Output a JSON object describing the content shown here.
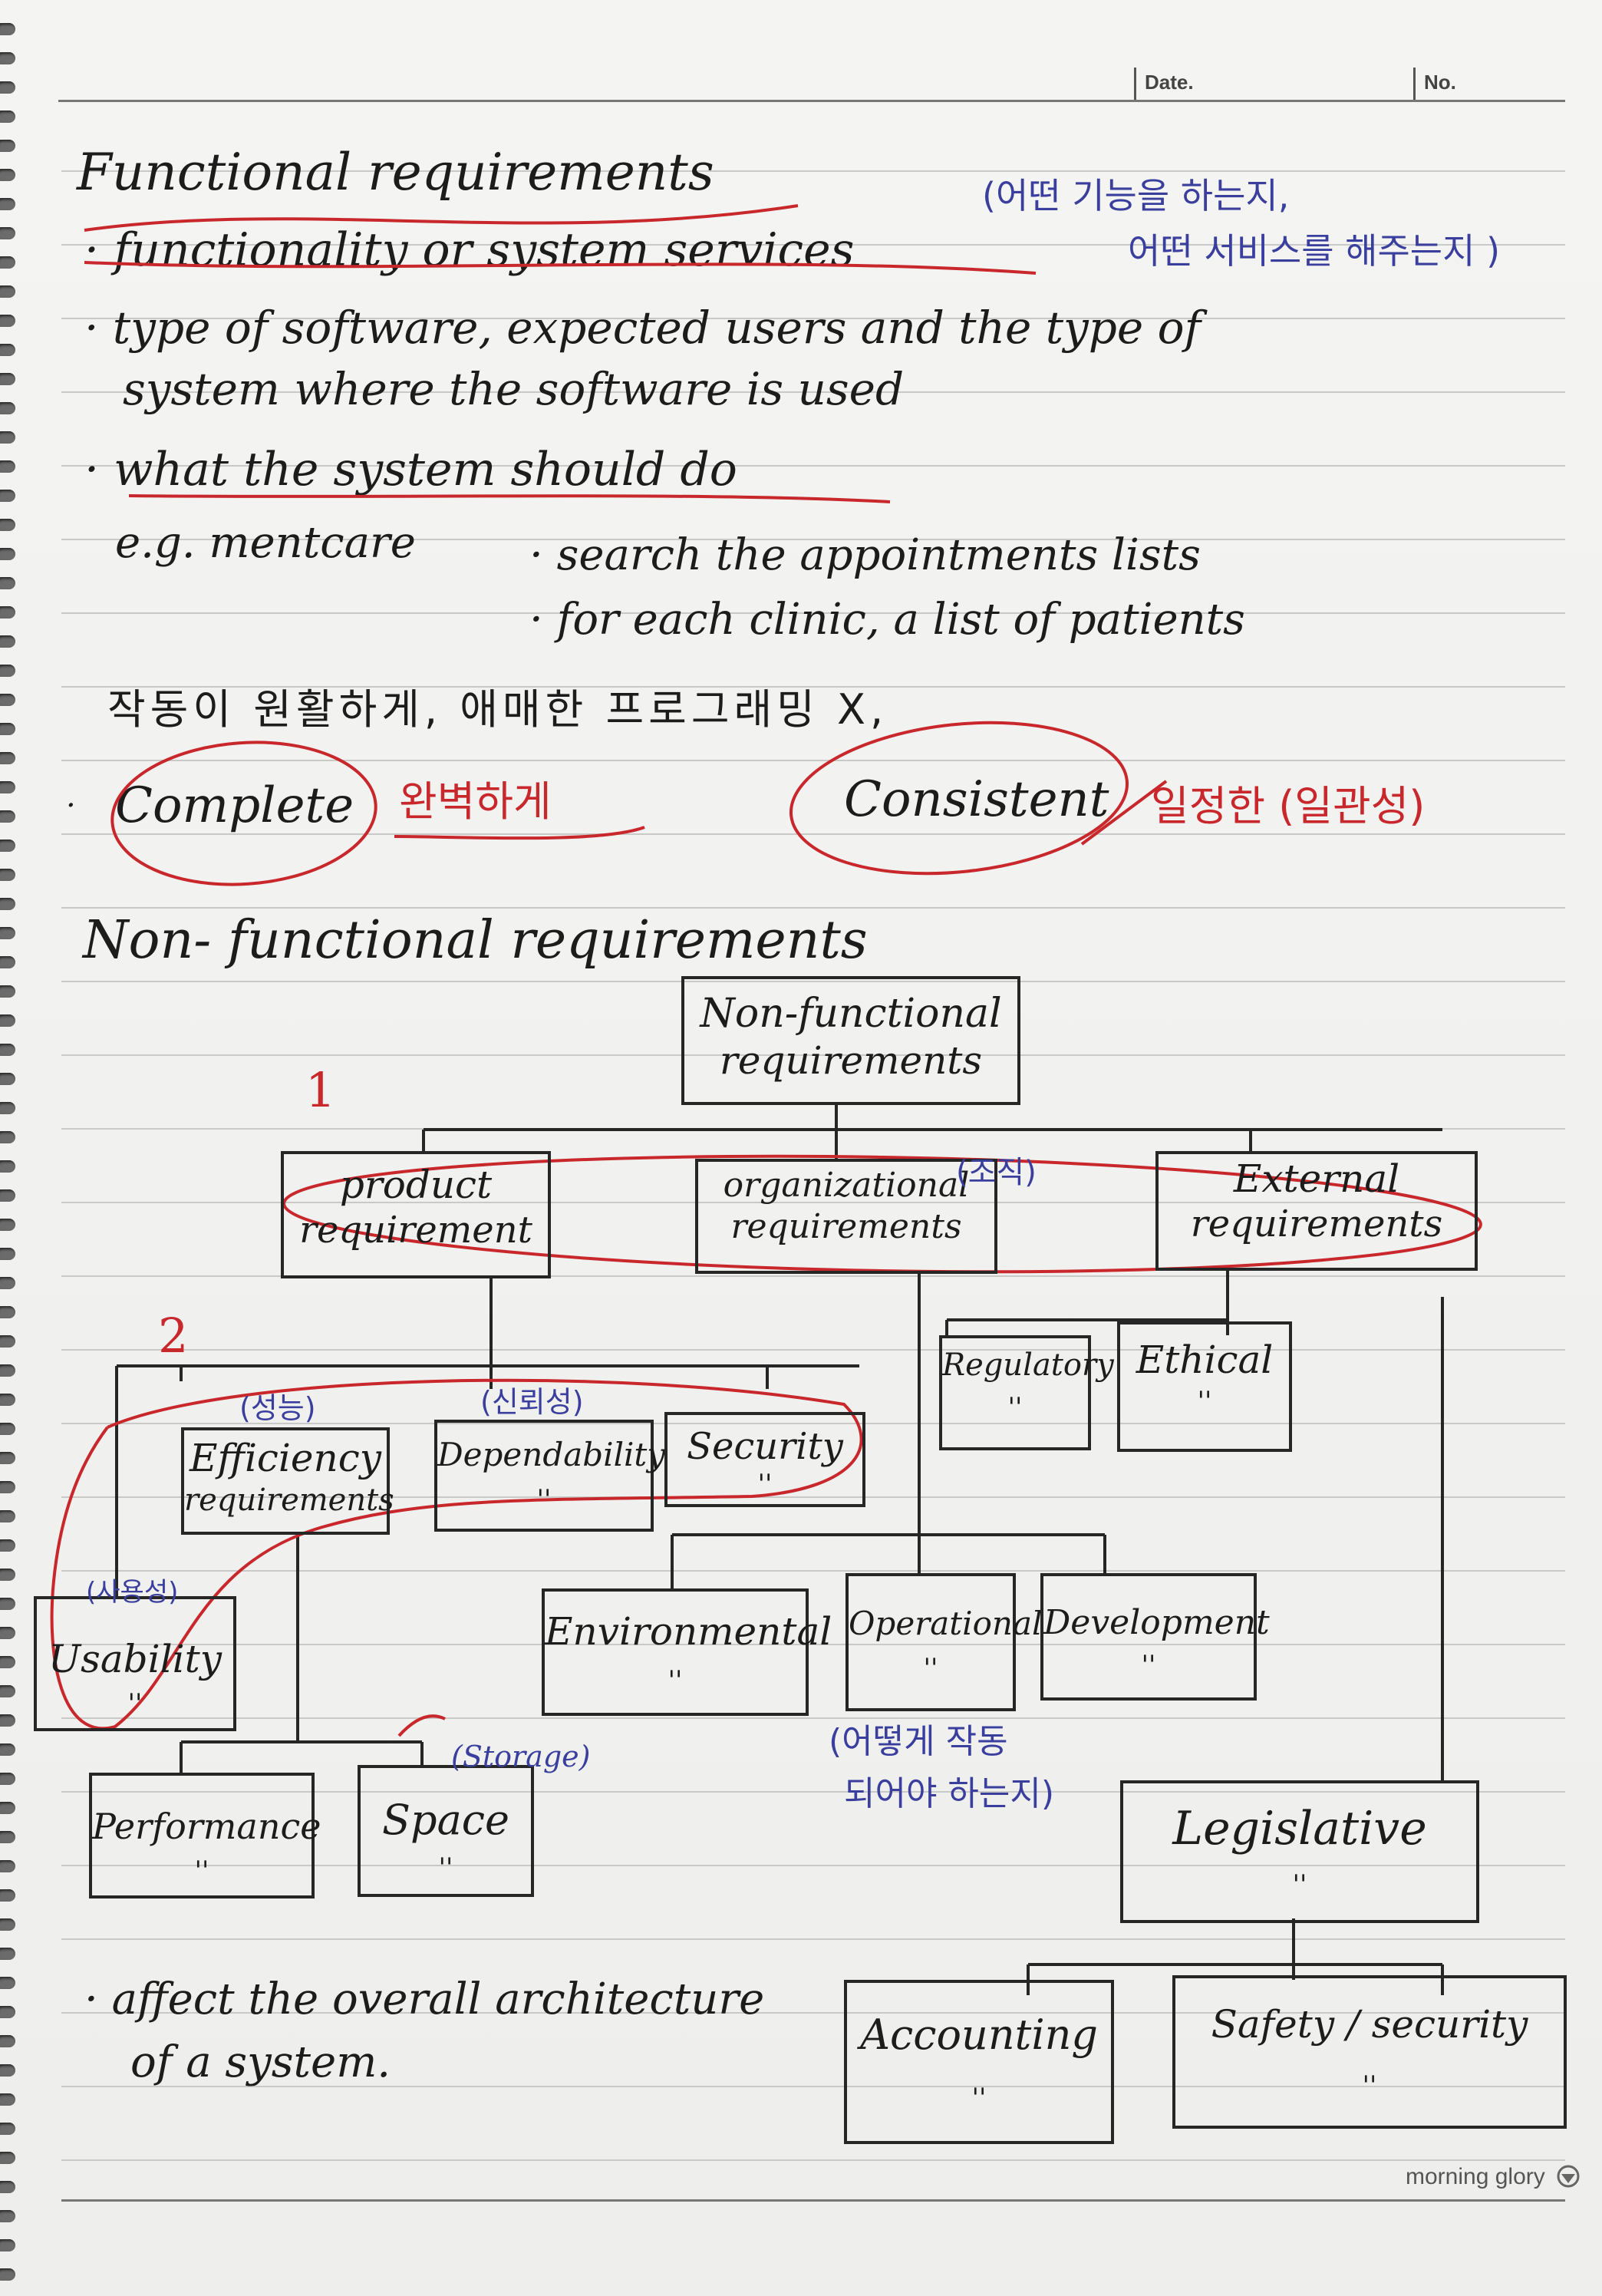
{
  "header": {
    "date_label": "Date.",
    "no_label": "No."
  },
  "functional": {
    "title": "Functional requirements",
    "bullet1": "· functionality or system services",
    "note_ko_1": "(어떤 기능을 하는지,",
    "note_ko_2": "어떤 서비스를 해주는지 )",
    "bullet2_line1": "· type of software, expected users and the type of",
    "bullet2_line2": "system where the software is used",
    "bullet3": "· what the system should do",
    "example_label": "e.g. mentcare",
    "example1": "· search the appointments lists",
    "example2": "· for each clinic, a list of patients",
    "korean_line": "작동이 원활하게, 애매한 프로그래밍 X,",
    "complete": "Complete",
    "complete_ko": "완벽하게",
    "consistent": "Consistent",
    "consistent_ko": "일정한 (일관성)"
  },
  "nonfunctional": {
    "title": "Non- functional requirements",
    "marker1": "1",
    "marker2": "2",
    "root": {
      "line1": "Non-functional",
      "line2": "requirements"
    },
    "product": {
      "line1": "product",
      "line2": "requirement"
    },
    "organizational": {
      "line1": "organizational",
      "line2": "requirements",
      "note": "(조직)"
    },
    "external": {
      "line1": "External",
      "line2": "requirements"
    },
    "efficiency": {
      "line1": "Efficiency",
      "line2": "requirements",
      "note": "(성능)"
    },
    "dependability": {
      "line1": "Dependability",
      "ditto": "''",
      "note": "(신뢰성)"
    },
    "security": {
      "line1": "Security",
      "ditto": "''"
    },
    "regulatory": {
      "line1": "Regulatory",
      "ditto": "''"
    },
    "ethical": {
      "line1": "Ethical",
      "ditto": "''"
    },
    "usability": {
      "line1": "Usability",
      "ditto": "''",
      "note": "(사용성)"
    },
    "environmental": {
      "line1": "Environmental",
      "ditto": "''"
    },
    "operational": {
      "line1": "Operational",
      "ditto": "''",
      "note1": "(어떻게 작동",
      "note2": "되어야 하는지)"
    },
    "development": {
      "line1": "Development",
      "ditto": "''"
    },
    "performance": {
      "line1": "Performance",
      "ditto": "''"
    },
    "space": {
      "line1": "Space",
      "ditto": "''",
      "note": "(Storage)"
    },
    "legislative": {
      "line1": "Legislative",
      "ditto": "''"
    },
    "accounting": {
      "line1": "Accounting",
      "ditto": "''"
    },
    "safety": {
      "line1": "Safety / security",
      "ditto": "''"
    },
    "affect_line1": "· affect the overall architecture",
    "affect_line2": "of a system."
  },
  "footer": {
    "brand": "morning glory"
  }
}
